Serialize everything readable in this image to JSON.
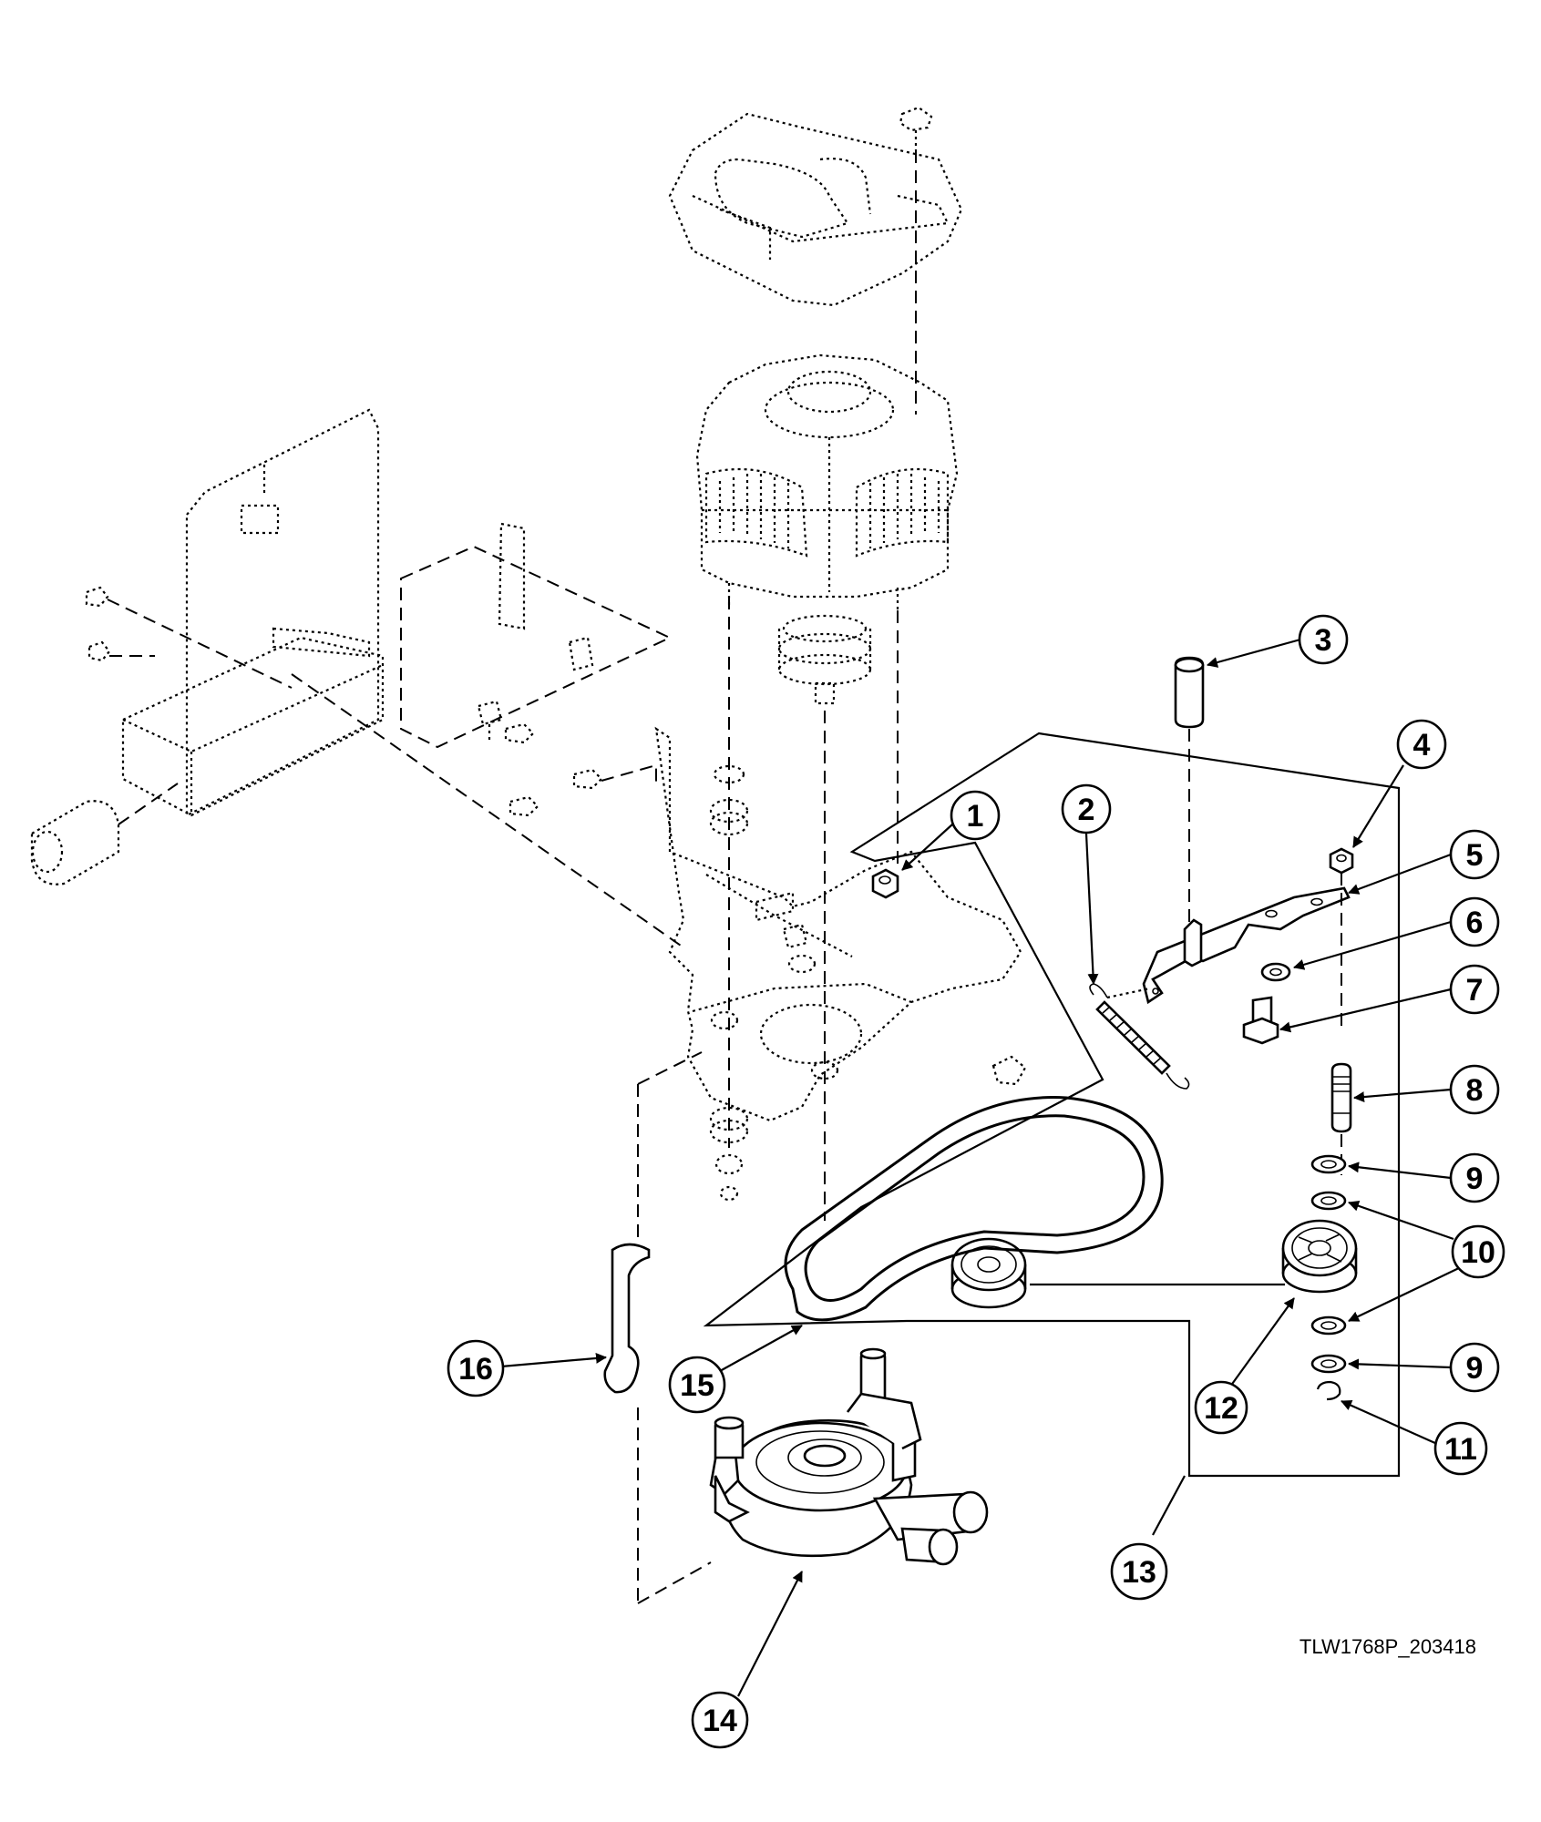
{
  "diagram": {
    "drawing_code": "TLW1768P_203418",
    "callouts": [
      {
        "id": "c1",
        "label": "1"
      },
      {
        "id": "c2",
        "label": "2"
      },
      {
        "id": "c3",
        "label": "3"
      },
      {
        "id": "c4",
        "label": "4"
      },
      {
        "id": "c5",
        "label": "5"
      },
      {
        "id": "c6",
        "label": "6"
      },
      {
        "id": "c7",
        "label": "7"
      },
      {
        "id": "c8",
        "label": "8"
      },
      {
        "id": "c9a",
        "label": "9"
      },
      {
        "id": "c10",
        "label": "10"
      },
      {
        "id": "c9b",
        "label": "9"
      },
      {
        "id": "c11",
        "label": "11"
      },
      {
        "id": "c12",
        "label": "12"
      },
      {
        "id": "c13",
        "label": "13"
      },
      {
        "id": "c14",
        "label": "14"
      },
      {
        "id": "c15",
        "label": "15"
      },
      {
        "id": "c16",
        "label": "16"
      }
    ]
  }
}
